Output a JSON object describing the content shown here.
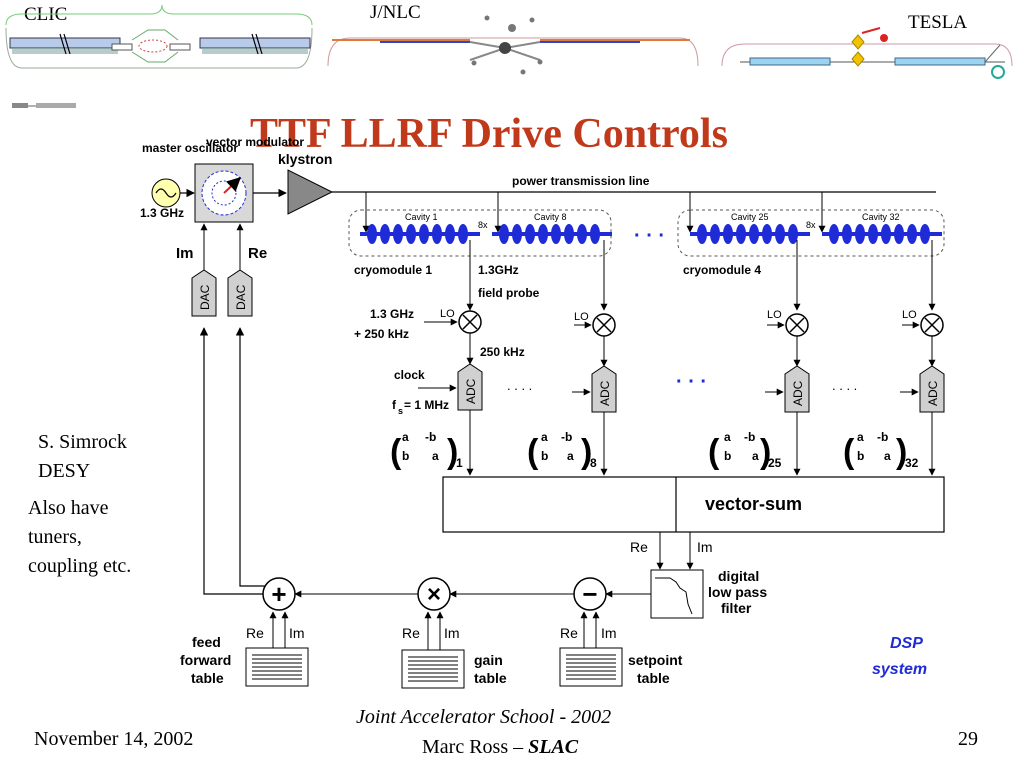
{
  "header": {
    "left_label": "CLIC",
    "center_label": "J/NLC",
    "right_label": "TESLA"
  },
  "title": "TTF LLRF Drive Controls",
  "diagram": {
    "master_oscillator": "master oscillator",
    "master_freq": "1.3 GHz",
    "vector_modulator": "vector modulator",
    "klystron": "klystron",
    "power_line": "power transmission line",
    "im": "Im",
    "re": "Re",
    "dac": "DAC",
    "cavities": [
      "Cavity 1",
      "Cavity 8",
      "Cavity 25",
      "Cavity 32"
    ],
    "multiplier": "8x",
    "ellipsis_dots": "· · ·",
    "cryomodule_1": "cryomodule 1",
    "cryomodule_4": "cryomodule 4",
    "probe_freq": "1.3GHz",
    "field_probe": "field probe",
    "lo_freq_1": "1.3 GHz",
    "lo_freq_2": "+ 250 kHz",
    "lo": "LO",
    "if_freq": "250 kHz",
    "clock": "clock",
    "fs_prefix": "f",
    "fs_sub": "s",
    "fs_value": "= 1 MHz",
    "adc": "ADC",
    "small_dots": ". . . .",
    "matrix": [
      "a",
      "-b",
      "b",
      "a"
    ],
    "matrix_indices": [
      "1",
      "8",
      "25",
      "32"
    ],
    "vector_sum": "vector-sum",
    "filter": [
      "digital",
      "low pass",
      "filter"
    ],
    "dsp": [
      "DSP",
      "system"
    ],
    "ff_table": [
      "feed",
      "forward",
      "table"
    ],
    "gain_table": [
      "gain",
      "table"
    ],
    "setpoint_table": [
      "setpoint",
      "table"
    ],
    "op_plus": "+",
    "op_times": "×",
    "op_minus": "−"
  },
  "side_note": {
    "author": "S. Simrock",
    "org": "DESY",
    "remark_1": "Also have",
    "remark_2": "tuners,",
    "remark_3": "coupling etc."
  },
  "footer": {
    "date": "November 14, 2002",
    "event": "Joint Accelerator School - 2002",
    "author": "Marc Ross – ",
    "lab": "SLAC",
    "page": "29"
  },
  "colors": {
    "title": "#c0391b",
    "cavity": "#1f2bd6",
    "dsp": "#1f2bd6"
  }
}
